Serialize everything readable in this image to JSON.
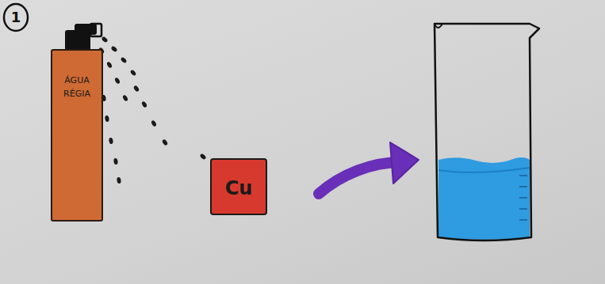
{
  "diagram": {
    "nodes": [
      {
        "text": [
          "ÁGUA RÉGIA"
        ]
      },
      {
        "text": [
          "Cu"
        ]
      }
    ],
    "labels": [
      "1"
    ]
  }
}
